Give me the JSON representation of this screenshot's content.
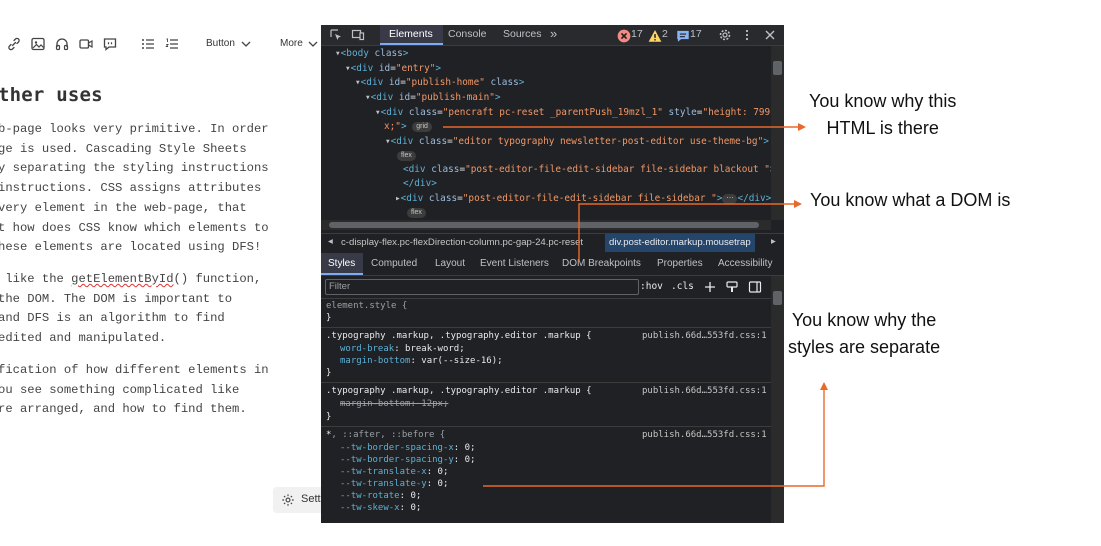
{
  "editor": {
    "toolbar": {
      "button_dropdown_label": "Button",
      "more_label": "More"
    },
    "heading": "ther uses",
    "paragraphs": [
      {
        "lines": [
          "b-page looks very primitive. In order",
          "ge is used. Cascading Style Sheets",
          "y separating the styling instructions",
          " instructions. CSS assigns attributes",
          "very element in the web-page, that",
          "t how does CSS know which elements to",
          "hese elements are located using DFS!"
        ]
      },
      {
        "line1_pre": " like the ",
        "line1_code": "getElementById",
        "line1_post": "() function,",
        "lines": [
          "the DOM. The DOM is important to",
          "and DFS is an algorithm to find",
          "edited and manipulated."
        ]
      },
      {
        "lines": [
          "fication of how different elements in",
          "ou see something complicated like",
          "re arranged, and how to find them."
        ]
      }
    ],
    "settings_label": "Setti"
  },
  "devtools": {
    "tabs": [
      "Elements",
      "Console",
      "Sources"
    ],
    "more_tabs": "»",
    "error_count": "17",
    "warning_count": "2",
    "info_count": "17",
    "dom": {
      "l1": {
        "tag_open": "<body ",
        "attr": "class",
        "close": ">"
      },
      "l2": {
        "tag_open": "<div ",
        "attr": "id",
        "eq": "=",
        "val": "\"entry\"",
        "close": ">"
      },
      "l3": {
        "tag_open": "<div ",
        "attr": "id",
        "eq": "=",
        "val": "\"publish-home\"",
        "attr2": " class",
        "close": ">"
      },
      "l4": {
        "tag_open": "<div ",
        "attr": "id",
        "eq": "=",
        "val": "\"publish-main\"",
        "close": ">"
      },
      "l5": {
        "tag_open": "<div ",
        "attr": "class",
        "eq": "=",
        "val": "\"pencraft pc-reset _parentPush_19mzl_1\"",
        "attr2": " style",
        "eq2": "=",
        "val2": "\"height: 799p"
      },
      "l5b": {
        "val": "x;\"",
        "close": ">",
        "pill": "grid"
      },
      "l6": {
        "tag_open": "<div ",
        "attr": "class",
        "eq": "=",
        "val": "\"editor typography  newsletter-post-editor use-theme-bg\"",
        "close": ">"
      },
      "l6_pill": "flex",
      "l7": {
        "tag_open": "<div ",
        "attr": "class",
        "eq": "=",
        "val": "\"post-editor-file-edit-sidebar file-sidebar blackout \"",
        "close": ">"
      },
      "l8": {
        "text": "</div>"
      },
      "l9": {
        "tag_open": "<div ",
        "attr": "class",
        "eq": "=",
        "val": "\"post-editor-file-edit-sidebar file-sidebar \"",
        "close": ">",
        "ellipsis": "⋯",
        "end": "</div>"
      },
      "l9_pill": "flex"
    },
    "breadcrumbs": {
      "left": "c-display-flex.pc-flexDirection-column.pc-gap-24.pc-reset",
      "selected": "div.post-editor.markup.mousetrap"
    },
    "subtabs": [
      "Styles",
      "Computed",
      "Layout",
      "Event Listeners",
      "DOM Breakpoints",
      "Properties",
      "Accessibility"
    ],
    "filter_placeholder": "Filter",
    "hov": ":hov",
    "cls": ".cls",
    "styles": {
      "element_style": "element.style {",
      "close": "}",
      "rule1_selector": ".typography .markup, .typography.editor .markup {",
      "rule1_src": "publish.66d…553fd.css:1",
      "rule1_p1": "word-break",
      "rule1_v1": ": break-word;",
      "rule1_p2": "margin-bottom",
      "rule1_v2": ": var(--size-16);",
      "rule2_selector": ".typography .markup, .typography.editor .markup {",
      "rule2_src": "publish.66d…553fd.css:1",
      "rule2_p1": "margin-bottom: 12px;",
      "rule3_selector_a": "*",
      "rule3_selector_b": ", ::after, ::before {",
      "rule3_src": "publish.66d…553fd.css:1",
      "rule3_props": [
        "--tw-border-spacing-x",
        "--tw-border-spacing-y",
        "--tw-translate-x",
        "--tw-translate-y",
        "--tw-rotate",
        "--tw-skew-x"
      ],
      "rule3_value": ": 0;"
    }
  },
  "annotations": {
    "html_line1": "You know why this",
    "html_line2": "HTML is there",
    "dom": "You know what a DOM is",
    "styles_line1": "You know why the",
    "styles_line2": "styles are separate",
    "arrow_color": "#e8692a"
  }
}
